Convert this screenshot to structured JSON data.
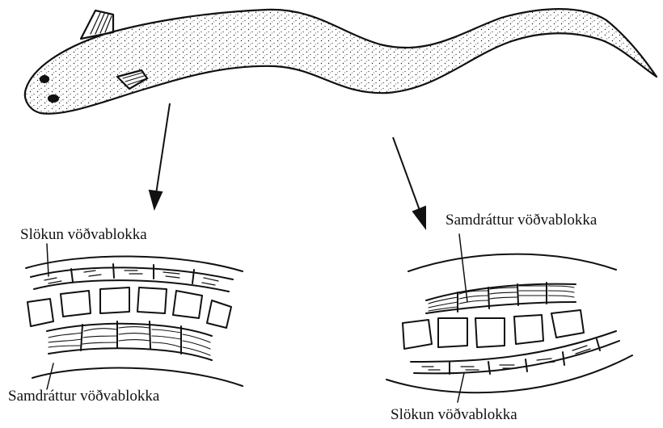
{
  "labels": {
    "left_top": "Slökun vöðvablokka",
    "left_bottom": "Samdráttur vöðvablokka",
    "right_top": "Samdráttur vöðvablokka",
    "right_bottom": "Slökun vöðvablokka"
  },
  "colors": {
    "ink": "#111111",
    "background": "#ffffff"
  }
}
